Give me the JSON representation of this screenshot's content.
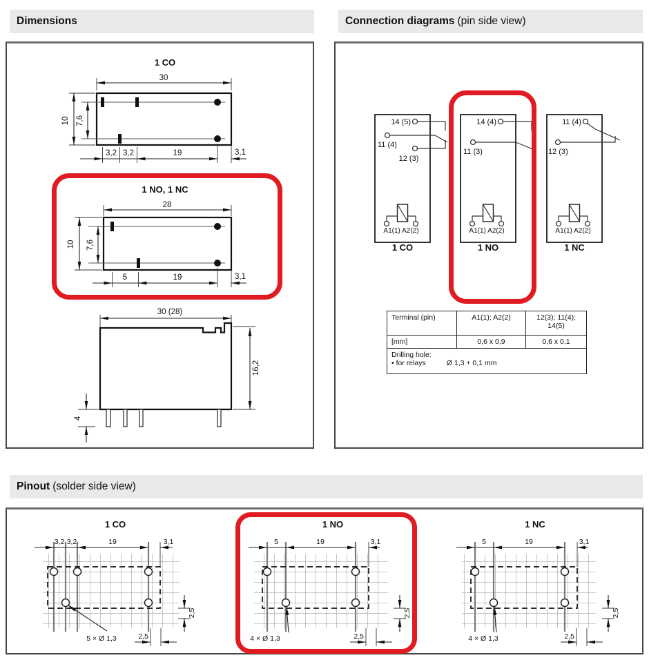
{
  "accent": {
    "highlight_red": "#e11b22"
  },
  "sections": {
    "dimensions": {
      "title": "Dimensions",
      "subtitle": ""
    },
    "connection": {
      "title": "Connection diagrams",
      "subtitle": "(pin side view)"
    },
    "pinout": {
      "title": "Pinout",
      "subtitle": "(solder side view)"
    }
  },
  "dim_1co": {
    "title": "1 CO",
    "width": "30",
    "height": "10",
    "row_gap": "7,6",
    "b1": "3,2",
    "b2": "3,2",
    "b3": "19",
    "right": "3,1"
  },
  "dim_1no1nc": {
    "title": "1 NO, 1 NC",
    "width": "28",
    "height": "10",
    "row_gap": "7,6",
    "b1": "5",
    "b2": "19",
    "right": "3,1"
  },
  "dim_side": {
    "width": "30 (28)",
    "height": "16,2",
    "pin_len": "4"
  },
  "conn_co": {
    "name": "1 CO",
    "t_top": "14 (5)",
    "t_mid": "11 (4)",
    "t_low": "12 (3)",
    "coil": "A1(1) A2(2)"
  },
  "conn_no": {
    "name": "1 NO",
    "t_top": "14 (4)",
    "t_mid": "11 (3)",
    "coil": "A1(1) A2(2)"
  },
  "conn_nc": {
    "name": "1 NC",
    "t_top": "11 (4)",
    "t_mid": "12 (3)",
    "coil": "A1(1) A2(2)"
  },
  "conn_table": {
    "r1": [
      "Terminal (pin)",
      "A1(1); A2(2)",
      "12(3); 11(4); 14(5)"
    ],
    "r2": [
      "[mm]",
      "0,6 x 0,9",
      "0,6 x 0,1"
    ],
    "note_title": "Drilling hole:",
    "note_item": "• for relays",
    "note_value": "Ø 1,3 + 0,1 mm"
  },
  "pin_co": {
    "title": "1 CO",
    "b1": "3,2",
    "b2": "3,2",
    "b3": "19",
    "right": "3,1",
    "side": "2,5",
    "holes": "5 × Ø 1,3",
    "pitch": "2,5"
  },
  "pin_no": {
    "title": "1 NO",
    "b1": "5",
    "b2": "19",
    "right": "3,1",
    "side": "2,5",
    "holes": "4 × Ø 1,3",
    "pitch": "2,5"
  },
  "pin_nc": {
    "title": "1 NC",
    "b1": "5",
    "b2": "19",
    "right": "3,1",
    "side": "2,5",
    "holes": "4 × Ø 1,3",
    "pitch": "2,5"
  }
}
